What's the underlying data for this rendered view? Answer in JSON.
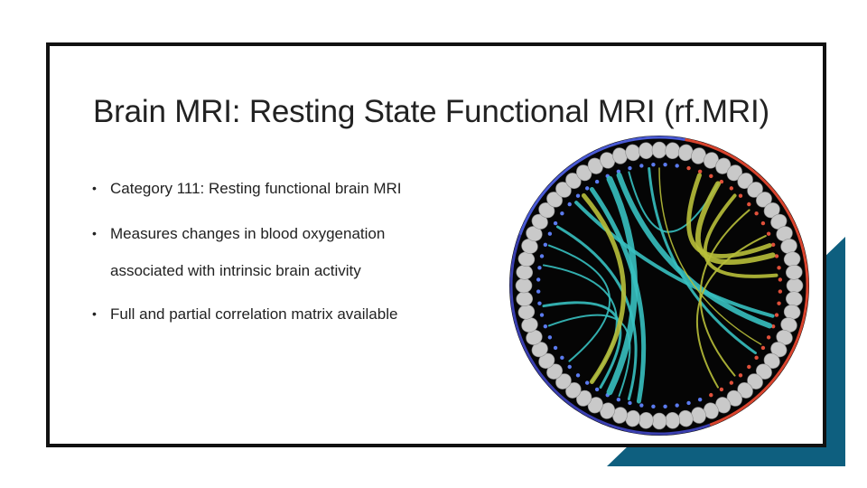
{
  "slide": {
    "title": "Brain MRI: Resting State Functional MRI (rf.MRI)",
    "bullets": [
      {
        "text": "Category 111: Resting functional brain MRI"
      },
      {
        "line1": "Measures changes in blood oxygenation",
        "line2": "associated with intrinsic brain activity"
      },
      {
        "text": "Full and partial correlation matrix available"
      }
    ],
    "bullet_symbol": "•"
  },
  "figure": {
    "description_icon": "brain-connectome-circle-diagram",
    "ring_colors": {
      "left": "#4a5bd6",
      "right": "#d9442e",
      "bottom": "#3a3fb0"
    },
    "link_colors": {
      "teal": "#37c0c0",
      "olive": "#b8bf3a"
    }
  },
  "theme": {
    "accent": "#0e5f7f",
    "frame": "#111111",
    "text": "#222222"
  }
}
